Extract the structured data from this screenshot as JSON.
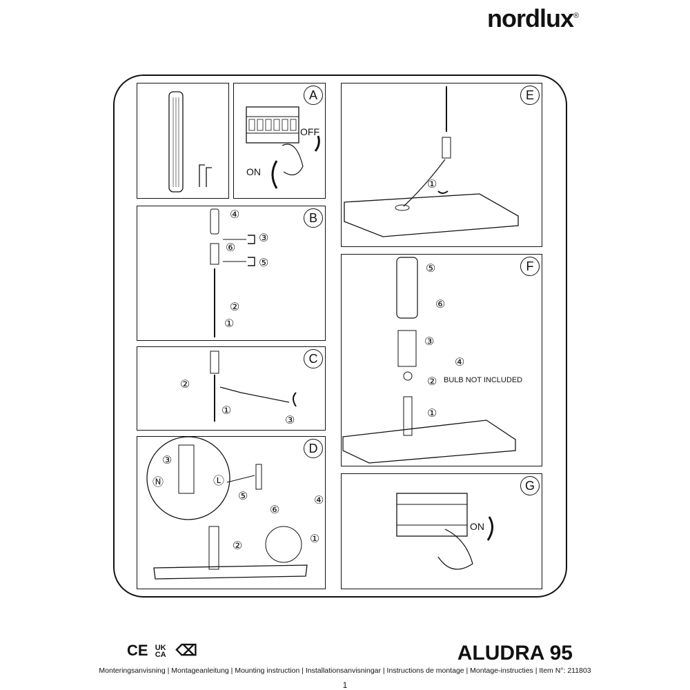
{
  "brand": {
    "name": "nordlux",
    "registered": "®"
  },
  "panels": {
    "a": {
      "letter": "A",
      "off_label": "OFF",
      "on_label": "ON"
    },
    "b": {
      "letter": "B",
      "steps": [
        "④",
        "③",
        "⑥",
        "⑤",
        "②",
        "①"
      ]
    },
    "c": {
      "letter": "C",
      "steps": [
        "②",
        "①",
        "③"
      ]
    },
    "d": {
      "letter": "D",
      "steps": [
        "③",
        "Ⓝ",
        "Ⓛ",
        "⑤",
        "④",
        "⑥",
        "②",
        "①"
      ]
    },
    "e": {
      "letter": "E",
      "steps": [
        "①"
      ]
    },
    "f": {
      "letter": "F",
      "steps": [
        "⑤",
        "⑥",
        "③",
        "④",
        "②",
        "①"
      ],
      "bulb_note": "BULB NOT INCLUDED"
    },
    "g": {
      "letter": "G",
      "on_label": "ON"
    }
  },
  "marks": {
    "ce": "CE",
    "ukca_top": "UK",
    "ukca_bottom": "CA"
  },
  "product": {
    "name": "ALUDRA 95"
  },
  "footer": {
    "text": "Monteringsanvisning | Montageanleitung | Mounting instruction | Installationsanvisningar | Instructions de montage | Montage-instructies  | Item N°: 211803"
  },
  "page": {
    "number": "1"
  }
}
